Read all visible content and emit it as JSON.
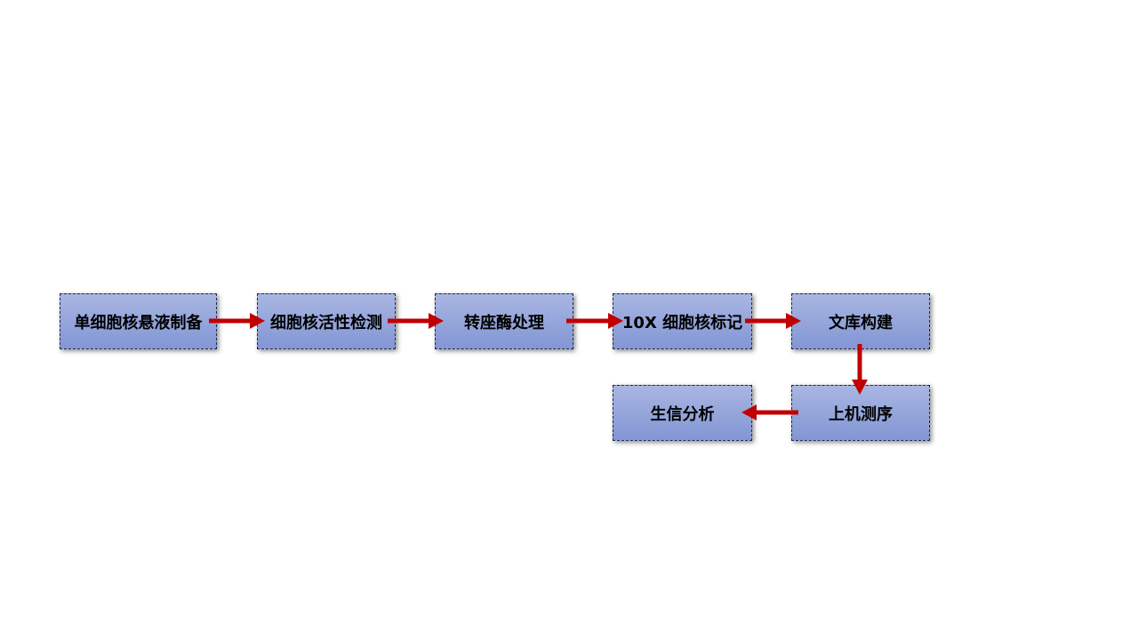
{
  "steps": [
    {
      "label": "单细胞核悬液制备"
    },
    {
      "label": "细胞核活性检测"
    },
    {
      "label": "转座酶处理"
    },
    {
      "label": "10X 细胞核标记"
    },
    {
      "label": "文库构建"
    },
    {
      "label": "上机测序"
    },
    {
      "label": "生信分析"
    }
  ],
  "colors": {
    "box_fill_top": "#a9b6e2",
    "box_fill_bottom": "#8396d4",
    "box_border": "#1f2a4d",
    "arrow": "#c00000"
  }
}
